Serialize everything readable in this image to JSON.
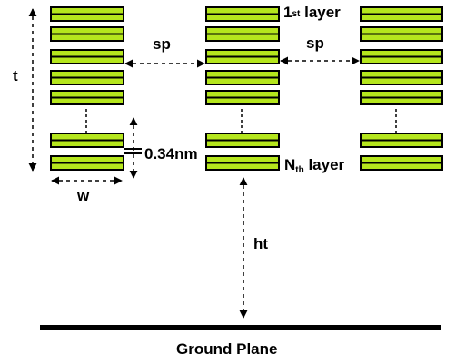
{
  "labels": {
    "t": "t",
    "w": "w",
    "sp_left": "sp",
    "sp_right": "sp",
    "ht": "ht",
    "spacing": "0.34nm",
    "first_layer_prefix": "1",
    "first_layer_sup": "st",
    "first_layer_suffix": " layer",
    "nth_layer_prefix": "N",
    "nth_layer_sub": "th",
    "nth_layer_suffix": " layer",
    "ground_plane": "Ground Plane"
  },
  "colors": {
    "layer_fill": "#b5e61d",
    "outline": "#000000",
    "background": "#ffffff"
  }
}
